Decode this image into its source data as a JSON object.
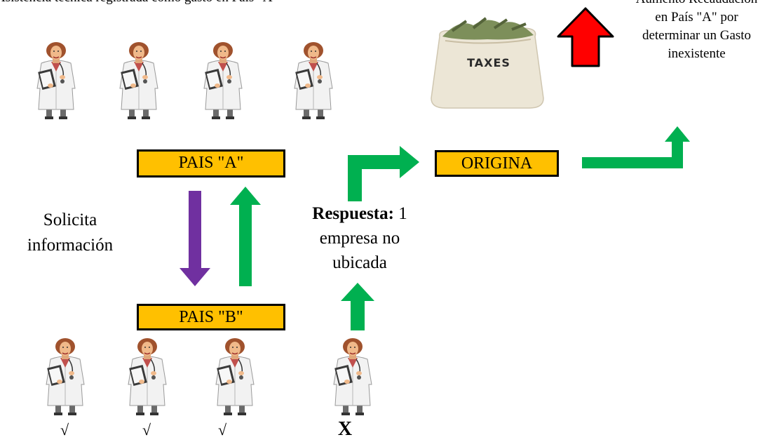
{
  "top_caption": "Asistencia técnica registrada como gasto en País \"A\"",
  "right_note": "Aumento Recaudación en País \"A\" por determinar un Gasto inexistente",
  "boxes": {
    "pais_a": "PAIS \"A\"",
    "pais_b": "PAIS \"B\"",
    "origina": "ORIGINA"
  },
  "left_label": "Solicita información",
  "response": {
    "bold": "Respuesta:",
    "rest": " 1 empresa no ubicada"
  },
  "bag_label": "TAXES",
  "marks": [
    "√",
    "√",
    "√",
    "X"
  ],
  "colors": {
    "box_fill": "#ffc000",
    "arrow_green": "#00b050",
    "arrow_purple": "#7030a0",
    "arrow_red": "#ff0000"
  },
  "icons": {
    "doctor": "doctor-with-clipboard-icon",
    "bag": "money-bag-icon"
  }
}
